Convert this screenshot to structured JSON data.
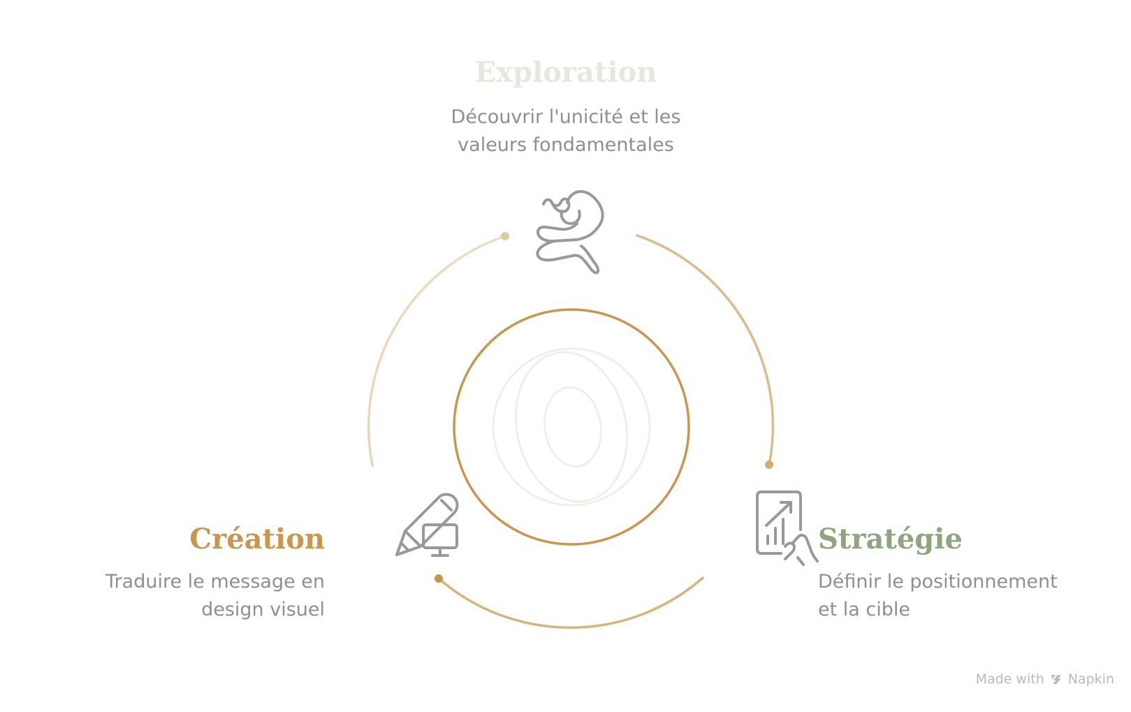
{
  "stages": [
    {
      "key": "exploration",
      "title": "Exploration",
      "description_lines": [
        "Découvrir l'unicité et les",
        "valeurs fondamentales"
      ],
      "icon": "exploration-figure-icon",
      "color": "#e8e6dd"
    },
    {
      "key": "strategie",
      "title": "Stratégie",
      "description_lines": [
        "Définir le positionnement",
        "et la cible"
      ],
      "icon": "chart-tablet-hand-icon",
      "color": "#8fa57f"
    },
    {
      "key": "creation",
      "title": "Création",
      "description_lines": [
        "Traduire le message en",
        "design visuel"
      ],
      "icon": "pen-monitor-icon",
      "color": "#c9964e"
    }
  ],
  "colors": {
    "arc_accent": "#d6b47c",
    "center_ring": "#c9964e",
    "icon_stroke": "#999995",
    "description_text": "#8f8f8f",
    "watermark_text": "#b9b9b9"
  },
  "footer": {
    "made_with": "Made with",
    "brand": "Napkin",
    "brand_icon": "napkin-logo-icon"
  }
}
